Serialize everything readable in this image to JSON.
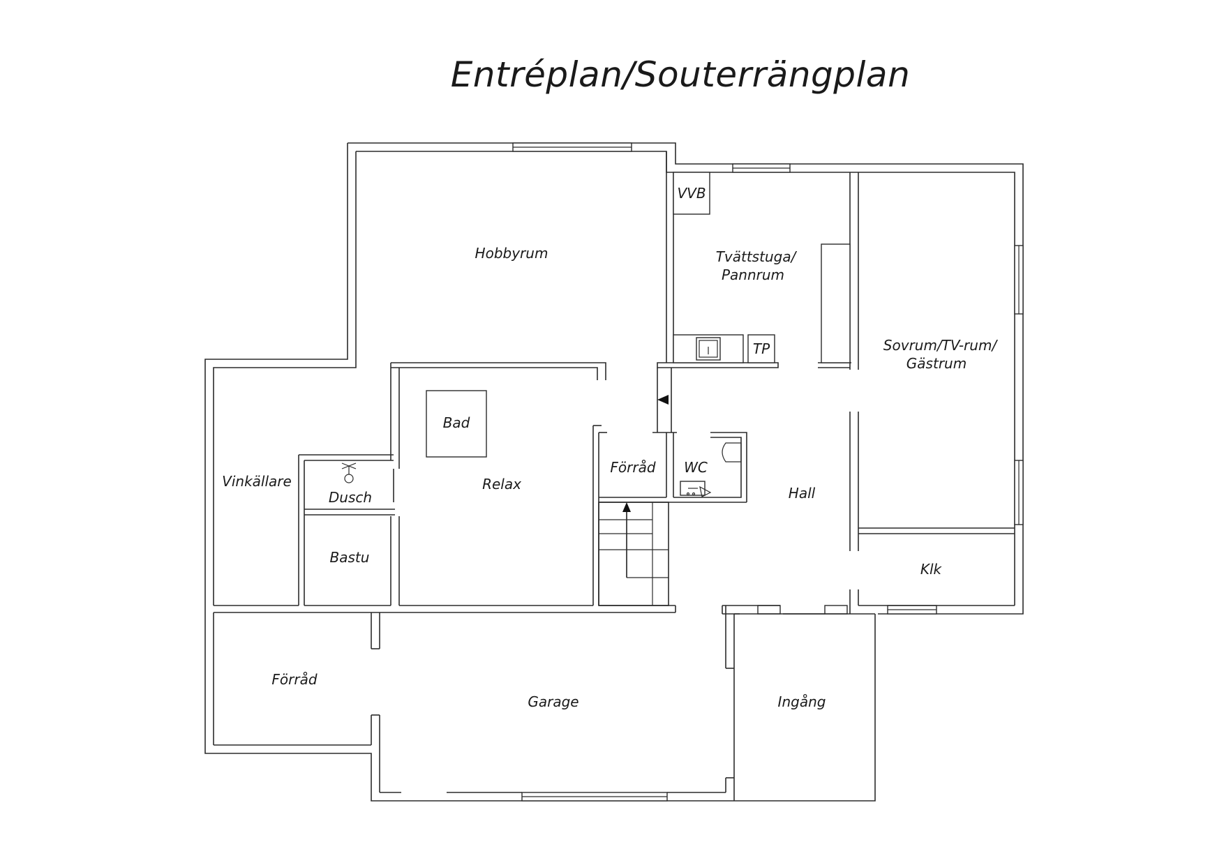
{
  "title": "Entréplan/Souterrängplan",
  "rooms": {
    "hobbyrum": "Hobbyrum",
    "vvb": "VVB",
    "tvattstuga_1": "Tvättstuga/",
    "tvattstuga_2": "Pannrum",
    "tp": "TP",
    "sovrum_1": "Sovrum/TV-rum/",
    "sovrum_2": "Gästrum",
    "bad": "Bad",
    "relax": "Relax",
    "vinkallare": "Vinkällare",
    "dusch": "Dusch",
    "bastu": "Bastu",
    "forrad_small": "Förråd",
    "wc": "WC",
    "hall": "Hall",
    "klk": "Klk",
    "forrad_large": "Förråd",
    "garage": "Garage",
    "ingang": "Ingång"
  },
  "colors": {
    "lines": "#2b2b2b",
    "text": "#1a1a1a",
    "background": "#ffffff"
  },
  "icons": [
    "shower-icon",
    "sink-icon",
    "toilet-icon",
    "stair-arrow-icon"
  ]
}
